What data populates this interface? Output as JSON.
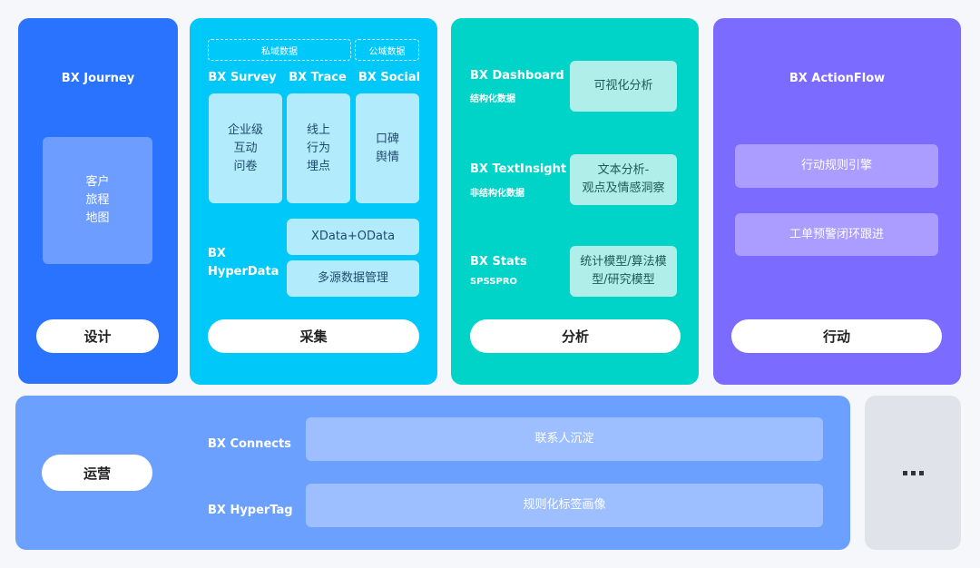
{
  "colors": {
    "background": "#f5f7fb",
    "design": "#2a73ff",
    "collect": "#00c8f8",
    "analyze": "#00d4c8",
    "action": "#7b6bff",
    "operate": "#6ca0ff",
    "more": "#e0e3ea"
  },
  "design": {
    "title": "BX Journey",
    "box": "客户\n旅程\n地图",
    "button": "设计"
  },
  "collect": {
    "private_label": "私域数据",
    "public_label": "公域数据",
    "products": [
      {
        "title": "BX Survey",
        "box": "企业级\n互动\n问卷"
      },
      {
        "title": "BX Trace",
        "box": "线上\n行为\n埋点"
      },
      {
        "title": "BX Social",
        "box": "口碑\n舆情"
      }
    ],
    "hyperdata": {
      "title": "BX\nHyperData",
      "boxes": [
        "XData+OData",
        "多源数据管理"
      ]
    },
    "button": "采集"
  },
  "analyze": {
    "items": [
      {
        "title": "BX Dashboard",
        "subtitle": "结构化数据",
        "box": "可视化分析"
      },
      {
        "title": "BX TextInsight",
        "subtitle": "非结构化数据",
        "box": "文本分析-\n观点及情感洞察"
      },
      {
        "title": "BX Stats",
        "subtitle": "SPSSPRO",
        "box": "统计模型/算法模\n型/研究模型"
      }
    ],
    "button": "分析"
  },
  "action": {
    "title": "BX ActionFlow",
    "boxes": [
      "行动规则引擎",
      "工单预警闭环跟进"
    ],
    "button": "行动"
  },
  "operate": {
    "button": "运营",
    "items": [
      {
        "title": "BX Connects",
        "box": "联系人沉淀"
      },
      {
        "title": "BX HyperTag",
        "box": "规则化标签画像"
      }
    ]
  },
  "more": {
    "label": "...",
    "icon": "ellipsis-icon"
  }
}
